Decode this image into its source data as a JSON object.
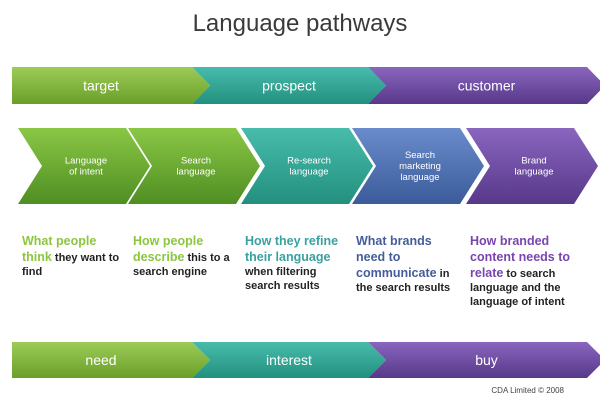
{
  "title": "Language pathways",
  "colors": {
    "green": "#7eb23c",
    "teal": "#32a696",
    "purple": "#6d4aa3",
    "steel": "#4c6fb0",
    "green_text": "#8cc63f",
    "teal_text": "#3aa0a0",
    "blue_text": "#445d9a",
    "purple_text": "#7a44b0"
  },
  "top_bands": [
    "target",
    "prospect",
    "customer"
  ],
  "steps": [
    {
      "label": [
        "Language",
        "of intent"
      ],
      "color": "green"
    },
    {
      "label": [
        "Search",
        "language"
      ],
      "color": "green"
    },
    {
      "label": [
        "Re-search",
        "language"
      ],
      "color": "teal"
    },
    {
      "label": [
        "Search",
        "marketing",
        "language"
      ],
      "color": "steel"
    },
    {
      "label": [
        "Brand",
        "language"
      ],
      "color": "purple"
    }
  ],
  "descriptions": [
    {
      "highlight": "What people think",
      "rest": " they want to find"
    },
    {
      "highlight": "How people describe",
      "rest": " this to a search engine"
    },
    {
      "highlight": "How they refine their language",
      "rest": " when filtering search results"
    },
    {
      "highlight": "What brands need to communicate",
      "rest": " in the search results"
    },
    {
      "highlight": "How branded content needs to relate",
      "rest": " to search language and the language of intent"
    }
  ],
  "bottom_bands": [
    "need",
    "interest",
    "buy"
  ],
  "footer": "CDA Limited © 2008"
}
